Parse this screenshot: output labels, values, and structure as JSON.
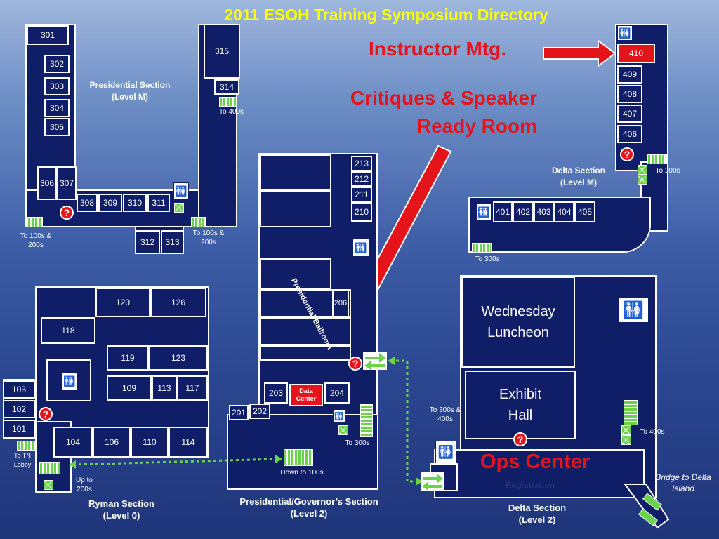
{
  "title": "2011 ESOH Training Symposium Directory",
  "callouts": {
    "instructor": "Instructor Mtg.",
    "critiques_1": "Critiques & Speaker",
    "critiques_2": "Ready Room",
    "ops": "Ops Center",
    "registration": "Registration",
    "bridge": "Bridge to Delta Island"
  },
  "presidential": {
    "section_1": "Presidential Section",
    "section_2": "(Level M)",
    "rooms": [
      "301",
      "302",
      "303",
      "304",
      "305",
      "306",
      "307",
      "308",
      "309",
      "310",
      "311",
      "312",
      "313",
      "314",
      "315"
    ],
    "to400": "To 400s",
    "to100a": "To 100s & 200s",
    "to100b": "To 100s & 200s"
  },
  "delta_m": {
    "section_1": "Delta Section",
    "section_2": "(Level M)",
    "rooms": [
      "410",
      "409",
      "408",
      "407",
      "406",
      "401",
      "402",
      "403",
      "404",
      "405"
    ],
    "to200": "To 200s",
    "to300": "To 300s"
  },
  "ryman": {
    "section_1": "Ryman Section",
    "section_2": "(Level 0)",
    "rooms": [
      "120",
      "126",
      "118",
      "119",
      "123",
      "109",
      "113",
      "117",
      "103",
      "102",
      "101",
      "104",
      "106",
      "110",
      "114"
    ],
    "to_lobby": "To TN Lobby",
    "up": "Up to 200s"
  },
  "pres_gov": {
    "section_1": "Presidential/Governor’s Section",
    "section_2": "(Level 2)",
    "rooms": [
      "213",
      "212",
      "211",
      "210",
      "206",
      "203",
      "204",
      "201",
      "202"
    ],
    "ballroom": "Presidential Ballroom",
    "data_center": "Data Center",
    "to300": "To 300s",
    "down": "Down to 100s"
  },
  "delta_2": {
    "section_1": "Delta Section",
    "section_2": "(Level 2)",
    "wednesday": "Wednesday Luncheon",
    "exhibit": "Exhibit Hall",
    "to300": "To 300s & 400s",
    "to400": "To 400s"
  },
  "colors": {
    "room": "#0f1e66",
    "highlight": "#e5141b",
    "title": "#ffff00",
    "stairs": "#6bd34b"
  },
  "icons": [
    "restroom-icon",
    "info-icon",
    "stairs-icon",
    "elevator-icon",
    "escalator-icon"
  ]
}
